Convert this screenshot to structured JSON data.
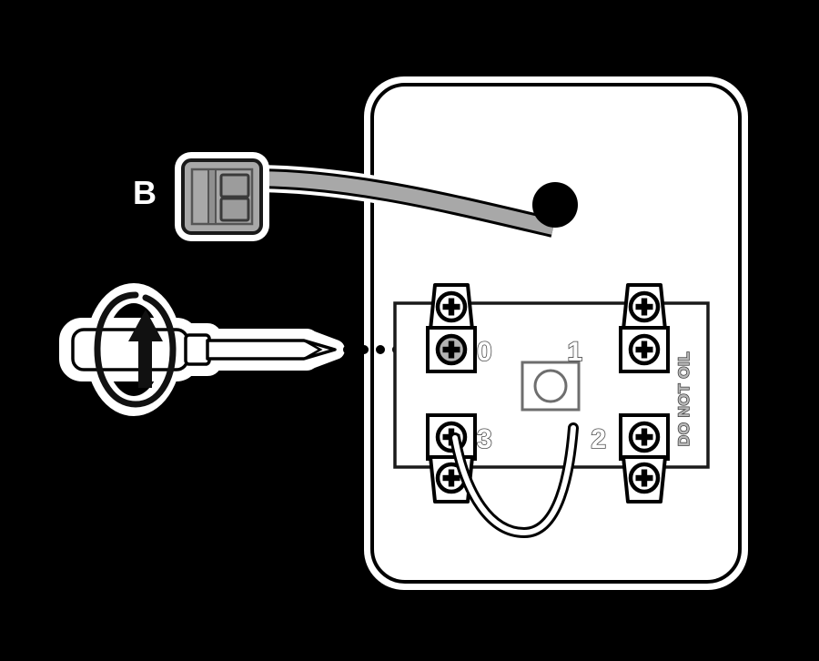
{
  "diagram": {
    "title": "Wiring diagram step B - terminal block screw adjustment",
    "background_color": "#000000",
    "panel_color": "#ffffff",
    "outline_color": "#000000",
    "halo_color": "#ffffff",
    "cable_color": "#a8a8a8",
    "connector_color": "#a8a8a8",
    "screw_highlight_color": "#b3b3b3",
    "label_text_color": "#ffffff",
    "gray_detail_color": "#777777"
  },
  "callout": {
    "step_label": "B"
  },
  "connector": {
    "name": "two-pin-connector",
    "slot_count": 2
  },
  "tool": {
    "name": "phillips-screwdriver",
    "rotation_hint": "turn"
  },
  "panel": {
    "note_text": "DO NOT OIL",
    "grommet_label": ""
  },
  "terminal_block": {
    "terminals": [
      {
        "id": "0",
        "label": "0",
        "position": "top-left",
        "highlighted": true
      },
      {
        "id": "1",
        "label": "1",
        "position": "top-right",
        "highlighted": false
      },
      {
        "id": "2",
        "label": "2",
        "position": "bottom-right",
        "highlighted": false
      },
      {
        "id": "3",
        "label": "3",
        "position": "bottom-left",
        "highlighted": false
      }
    ],
    "jumper_wire": {
      "name": "jumper-wire-3-to-2",
      "from": "3",
      "to": "2",
      "color": "#ffffff"
    }
  }
}
